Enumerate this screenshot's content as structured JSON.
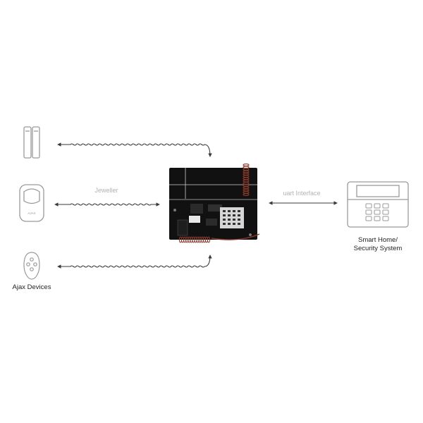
{
  "labels": {
    "jeweller": "Jeweller",
    "uart": "uart Interface",
    "ajax_devices": "Ajax Devices",
    "system_line1": "Smart Home/",
    "system_line2": "Security System",
    "motion_brand": "AJAX"
  },
  "colors": {
    "wave": "#3a3a3a",
    "board": "#111111",
    "antenna": "#8b3a2a",
    "device_stroke": "#9a9a9a",
    "label_muted": "#b3b3b3",
    "label_dark": "#222222"
  }
}
